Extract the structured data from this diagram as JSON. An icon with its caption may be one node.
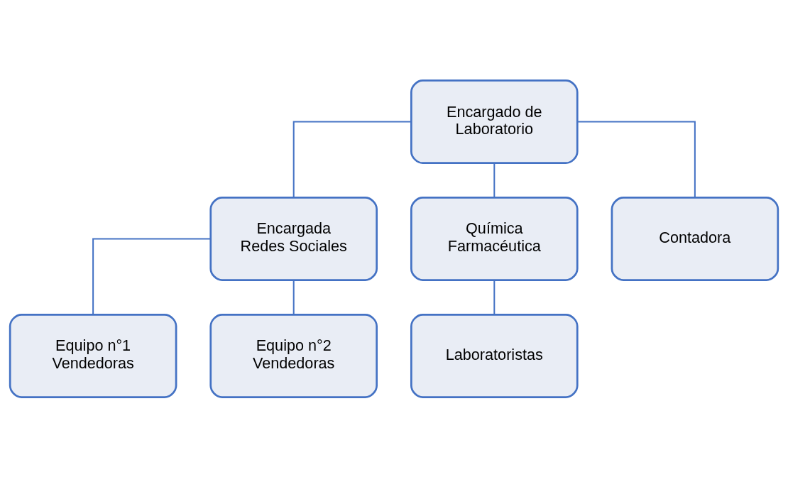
{
  "diagram": {
    "nodes": [
      {
        "text": [
          "Encargado de Laboratorio"
        ]
      },
      {
        "text": [
          "Encargada Redes Sociales"
        ]
      },
      {
        "text": [
          "Química Farmacéutica"
        ]
      },
      {
        "text": [
          "Contadora"
        ]
      },
      {
        "text": [
          "Equipo n°1 Vendedoras"
        ]
      },
      {
        "text": [
          "Equipo n°2 Vendedoras"
        ]
      },
      {
        "text": [
          "Laboratoristas"
        ]
      }
    ],
    "edges": [
      {
        "from": 0,
        "to": 1,
        "arrow": "none"
      },
      {
        "from": 0,
        "to": 2,
        "arrow": "none"
      },
      {
        "from": 0,
        "to": 3,
        "arrow": "none"
      },
      {
        "from": 1,
        "to": 4,
        "arrow": "none"
      },
      {
        "from": 1,
        "to": 5,
        "arrow": "none"
      },
      {
        "from": 2,
        "to": 6,
        "arrow": "none"
      }
    ]
  }
}
